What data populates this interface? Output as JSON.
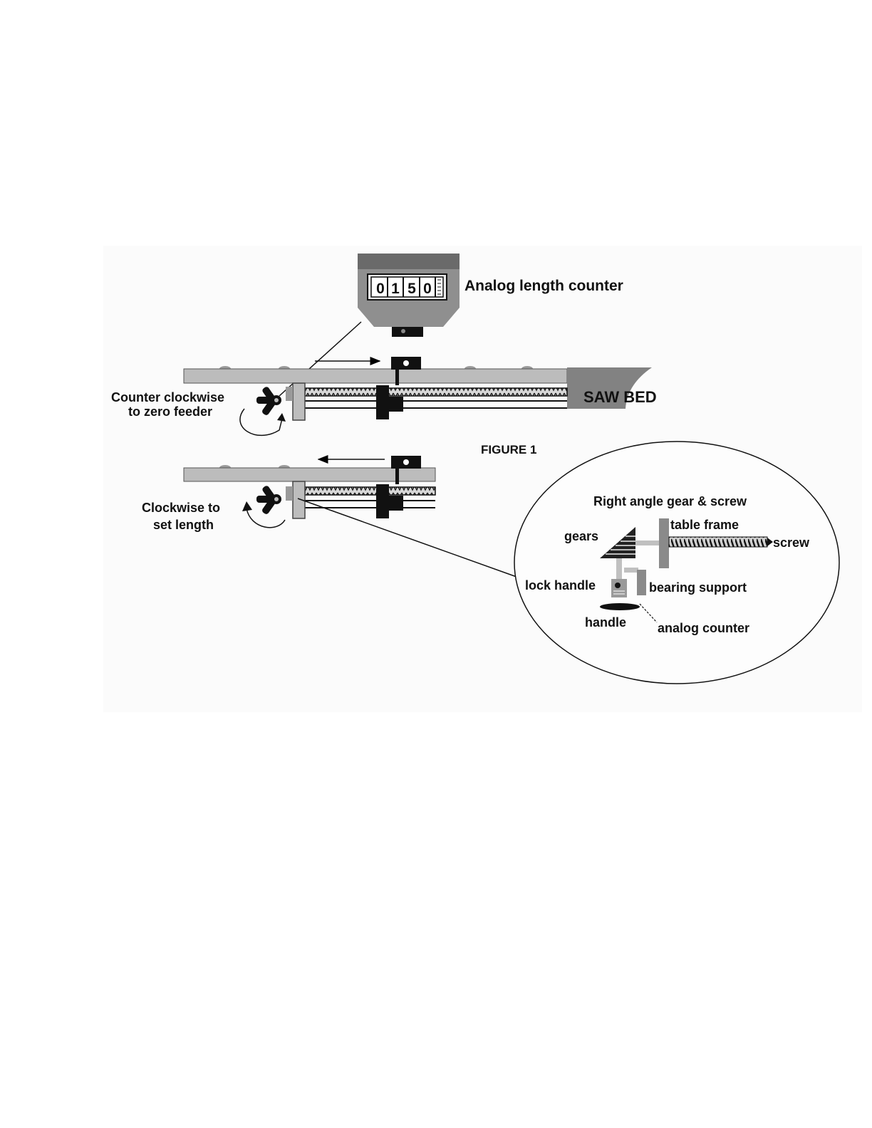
{
  "figure": {
    "caption": "FIGURE 1",
    "counter_label": "Analog length counter",
    "counter_digits": [
      "0",
      "1",
      "5",
      "0"
    ],
    "saw_bed_label": "SAW BED",
    "top_instruction": [
      "Counter clockwise",
      "to zero feeder"
    ],
    "bottom_instruction": [
      "Clockwise to",
      "set length"
    ],
    "detail": {
      "title": "Right angle gear & screw",
      "gears": "gears",
      "table_frame": "table frame",
      "screw": "screw",
      "lock_handle": "lock handle",
      "bearing_support": "bearing support",
      "handle": "handle",
      "analog_counter": "analog counter"
    }
  }
}
